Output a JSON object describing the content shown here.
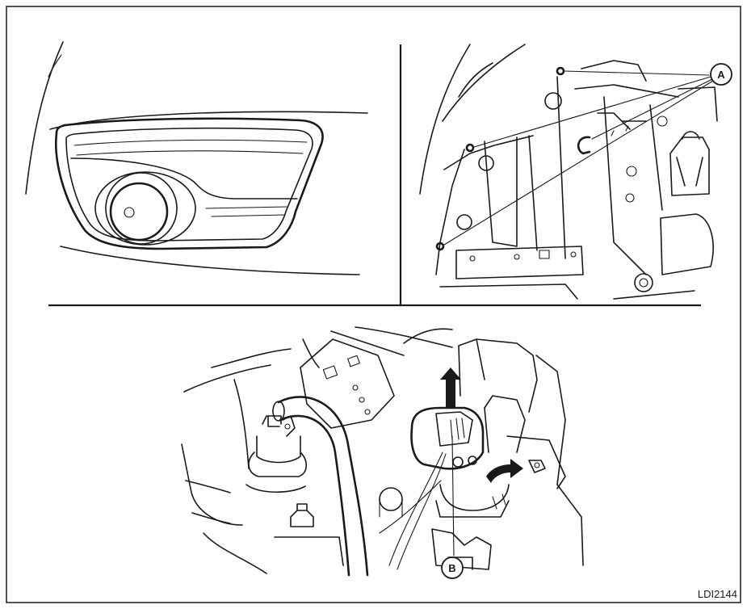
{
  "figure": {
    "code": "LDI2144",
    "callouts": {
      "a": "A",
      "b": "B"
    }
  }
}
